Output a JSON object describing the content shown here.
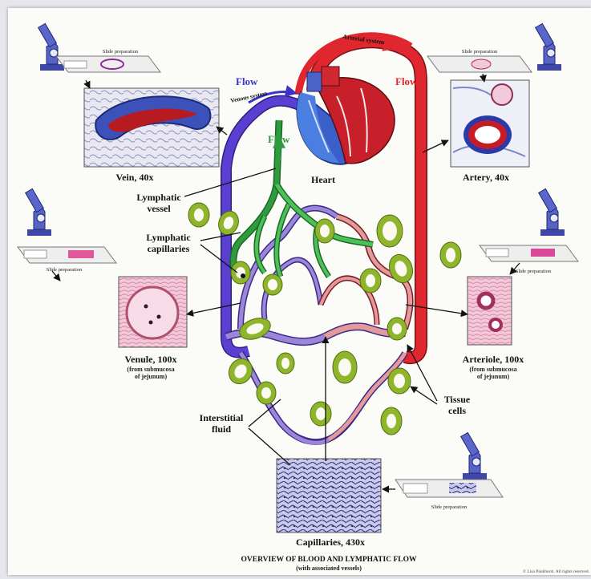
{
  "labels": {
    "arterial_system": "Arterial system",
    "venous_system": "Venous system",
    "flow_vein": "Flow",
    "flow_artery": "Flow",
    "flow_lymph": "Flow",
    "heart": "Heart",
    "vein": "Vein, 40x",
    "artery": "Artery, 40x",
    "lymphatic_vessel_1": "Lymphatic",
    "lymphatic_vessel_2": "vessel",
    "lymphatic_capillaries_1": "Lymphatic",
    "lymphatic_capillaries_2": "capillaries",
    "venule": "Venule, 100x",
    "venule_sub_1": "(from submucosa",
    "venule_sub_2": "of jejunum)",
    "arteriole": "Arteriole, 100x",
    "arteriole_sub_1": "(from submucosa",
    "arteriole_sub_2": "of jejunum)",
    "interstitial_1": "Interstitial",
    "interstitial_2": "fluid",
    "tissue_1": "Tissue",
    "tissue_2": "cells",
    "capillaries": "Capillaries, 430x",
    "title": "OVERVIEW OF BLOOD AND LYMPHATIC FLOW",
    "subtitle": "(with associated vessels)",
    "copyright": "© Lisa Pankhurst. All rights reserved."
  },
  "slides": {
    "vein_label": "Slide preparation",
    "artery_label": "Slide preparation",
    "venule_label": "Slide preparation",
    "arteriole_label": "Slide preparation",
    "capillary_label": "Slide preparation"
  },
  "colors": {
    "artery": "#e0262e",
    "vein": "#5a3fd0",
    "lymph": "#2f9b3e",
    "tissue_cell": "#8fb52c",
    "arteriole_tube": "#e49a9a",
    "venule_tube": "#9b86d8"
  }
}
